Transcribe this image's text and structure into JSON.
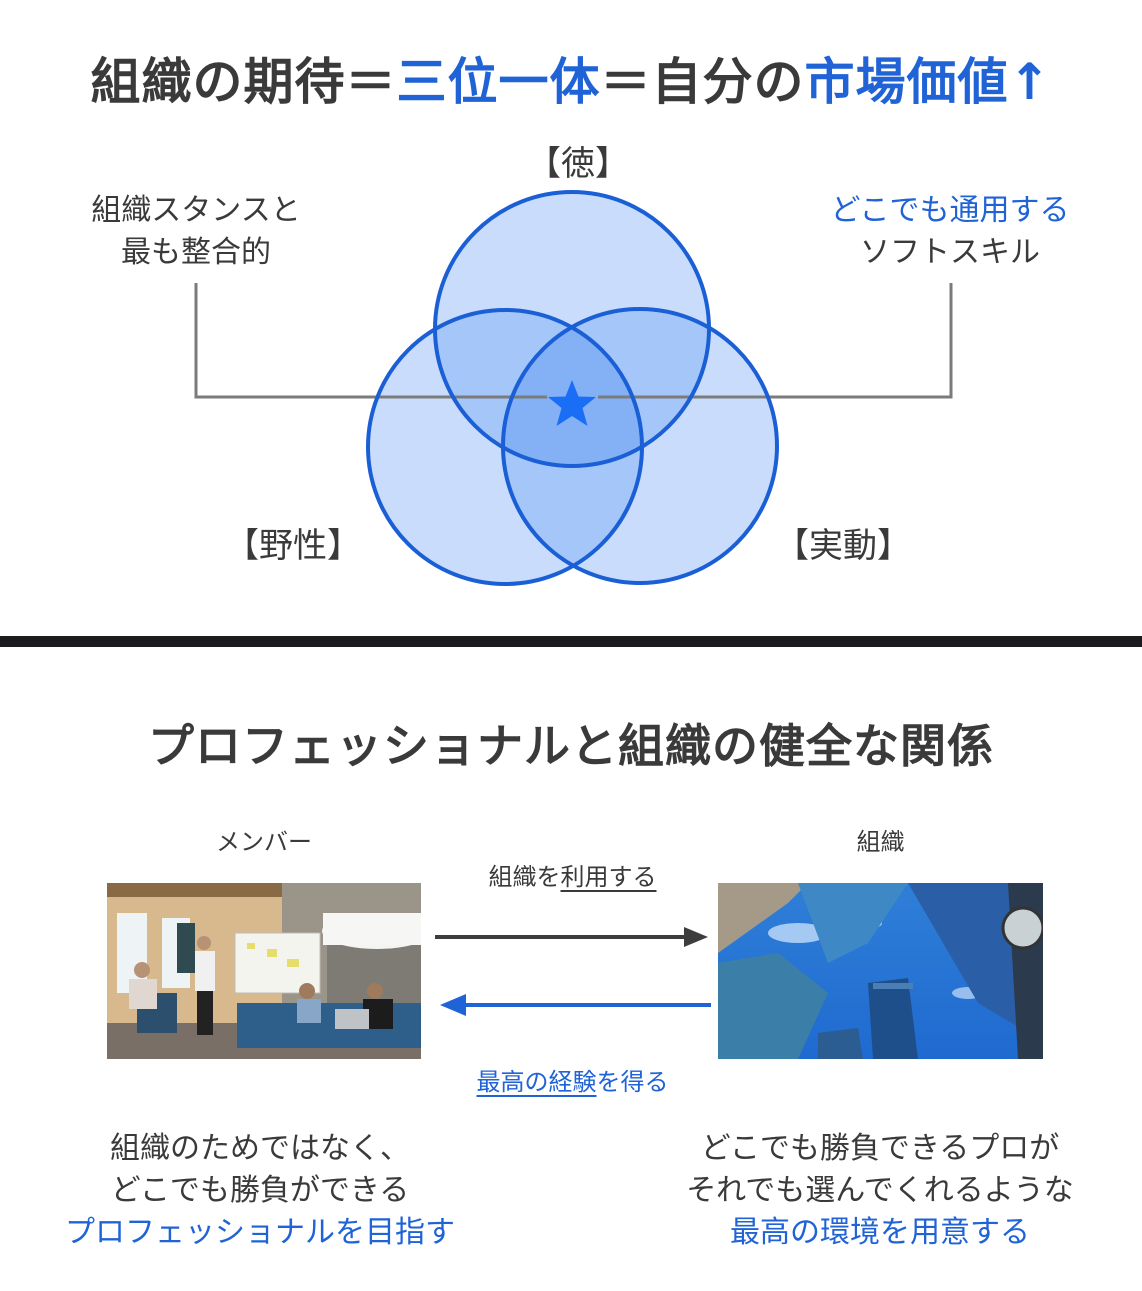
{
  "top": {
    "title": {
      "part1": "組織の期待＝",
      "part2": "三位一体",
      "part3": "＝自分の",
      "part4": "市場価値↑"
    },
    "venn": {
      "top_label": "【徳】",
      "left_label": "【野性】",
      "right_label": "【実動】",
      "center_icon": "star-icon"
    },
    "left_annotation": {
      "line1": "組織スタンスと",
      "line2": "最も整合的"
    },
    "right_annotation": {
      "line1": "どこでも通用する",
      "line2": "ソフトスキル"
    }
  },
  "bottom": {
    "title": "プロフェッショナルと組織の健全な関係",
    "member": {
      "label": "メンバー",
      "photo_alt": "team-meeting-photo"
    },
    "organization": {
      "label": "組織",
      "photo_alt": "skyscrapers-photo"
    },
    "arrow_right_label": {
      "plain": "組織を",
      "underlined": "利用する"
    },
    "arrow_left_label": {
      "underlined": "最高の経験",
      "plain": "を得る"
    },
    "member_caption": {
      "line1": "組織のためではなく、",
      "line2": "どこでも勝負ができる",
      "line3": "プロフェッショナルを目指す"
    },
    "organization_caption": {
      "line1": "どこでも勝負できるプロが",
      "line2": "それでも選んでくれるような",
      "line3": "最高の環境を用意する"
    }
  },
  "colors": {
    "accent_blue": "#1f63d6",
    "text_dark": "#3a3a3a",
    "circle_fill": "#c9dcfb",
    "circle_stroke": "#1a5fd6",
    "star": "#1a6ef5",
    "divider": "#1c1c1e"
  }
}
